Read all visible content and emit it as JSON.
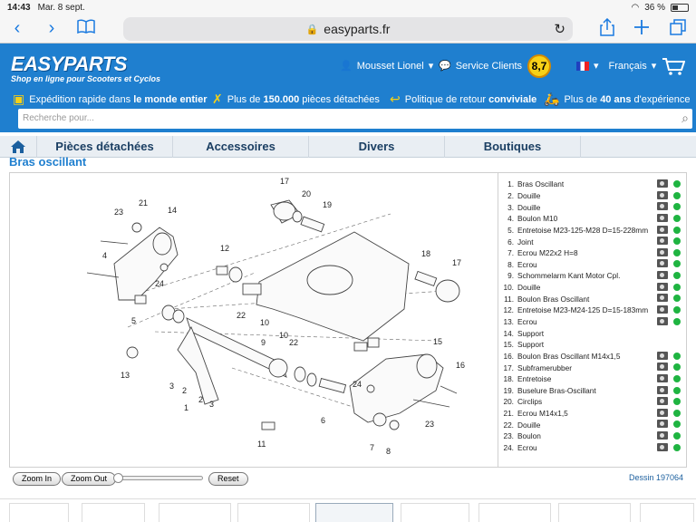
{
  "status": {
    "time": "14:43",
    "date": "Mar. 8 sept.",
    "battery": "36 %"
  },
  "browser": {
    "url": "easyparts.fr"
  },
  "header": {
    "logo_name": "EASYPARTS",
    "logo_tagline": "Shop en ligne pour Scooters et Cyclos",
    "user": "Mousset Lionel",
    "service": "Service Clients",
    "rating": "8,7",
    "language": "Français"
  },
  "features": [
    {
      "pre": "Expédition rapide dans ",
      "bold": "le monde entier",
      "post": ""
    },
    {
      "pre": "Plus de ",
      "bold": "150.000",
      "post": " pièces détachées"
    },
    {
      "pre": "Politique de retour ",
      "bold": "conviviale",
      "post": ""
    },
    {
      "pre": "Plus de ",
      "bold": "40 ans",
      "post": " d'expérience"
    }
  ],
  "search": {
    "placeholder": "Recherche pour..."
  },
  "menu": [
    "Pièces détachées",
    "Accessoires",
    "Divers",
    "Boutiques"
  ],
  "page_title": "Bras oscillant",
  "parts": [
    {
      "n": "1.",
      "name": "Bras Oscillant",
      "photo": true
    },
    {
      "n": "2.",
      "name": "Douille",
      "photo": true
    },
    {
      "n": "3.",
      "name": "Douille",
      "photo": true
    },
    {
      "n": "4.",
      "name": "Boulon M10",
      "photo": true
    },
    {
      "n": "5.",
      "name": "Entretoise M23-125-M28 D=15-228mm",
      "photo": true
    },
    {
      "n": "6.",
      "name": "Joint",
      "photo": true
    },
    {
      "n": "7.",
      "name": "Ecrou M22x2 H=8",
      "photo": true
    },
    {
      "n": "8.",
      "name": "Ecrou",
      "photo": true
    },
    {
      "n": "9.",
      "name": "Schommelarm Kant Motor Cpl.",
      "photo": true
    },
    {
      "n": "10.",
      "name": "Douille",
      "photo": true
    },
    {
      "n": "11.",
      "name": "Boulon Bras Oscillant",
      "photo": true
    },
    {
      "n": "12.",
      "name": "Entretoise M23-M24-125 D=15-183mm",
      "photo": true
    },
    {
      "n": "13.",
      "name": "Ecrou",
      "photo": true
    },
    {
      "n": "14.",
      "name": "Support",
      "photo": false
    },
    {
      "n": "15.",
      "name": "Support",
      "photo": false
    },
    {
      "n": "16.",
      "name": "Boulon Bras Oscillant M14x1,5",
      "photo": true
    },
    {
      "n": "17.",
      "name": "Subframerubber",
      "photo": true
    },
    {
      "n": "18.",
      "name": "Entretoise",
      "photo": true
    },
    {
      "n": "19.",
      "name": "Buselure Bras-Oscillant",
      "photo": true
    },
    {
      "n": "20.",
      "name": "Circlips",
      "photo": true
    },
    {
      "n": "21.",
      "name": "Ecrou M14x1,5",
      "photo": true
    },
    {
      "n": "22.",
      "name": "Douille",
      "photo": true
    },
    {
      "n": "23.",
      "name": "Boulon",
      "photo": true
    },
    {
      "n": "24.",
      "name": "Ecrou",
      "photo": true
    }
  ],
  "diagram_labels": [
    "1",
    "2",
    "2",
    "3",
    "3",
    "4",
    "5",
    "6",
    "7",
    "8",
    "9",
    "10",
    "10",
    "11",
    "12",
    "13",
    "14",
    "15",
    "16",
    "17",
    "17",
    "18",
    "19",
    "20",
    "21",
    "22",
    "22",
    "23",
    "23",
    "24",
    "24"
  ],
  "controls": {
    "zoom_in": "Zoom In",
    "zoom_out": "Zoom Out",
    "reset": "Reset",
    "zoom_level": 0
  },
  "drawing_id": "Dessin 197064",
  "colors": {
    "brand_blue": "#1f7fcf",
    "menu_text": "#1b3f63",
    "in_stock": "#1fb441",
    "accent_yellow": "#f7d117"
  }
}
